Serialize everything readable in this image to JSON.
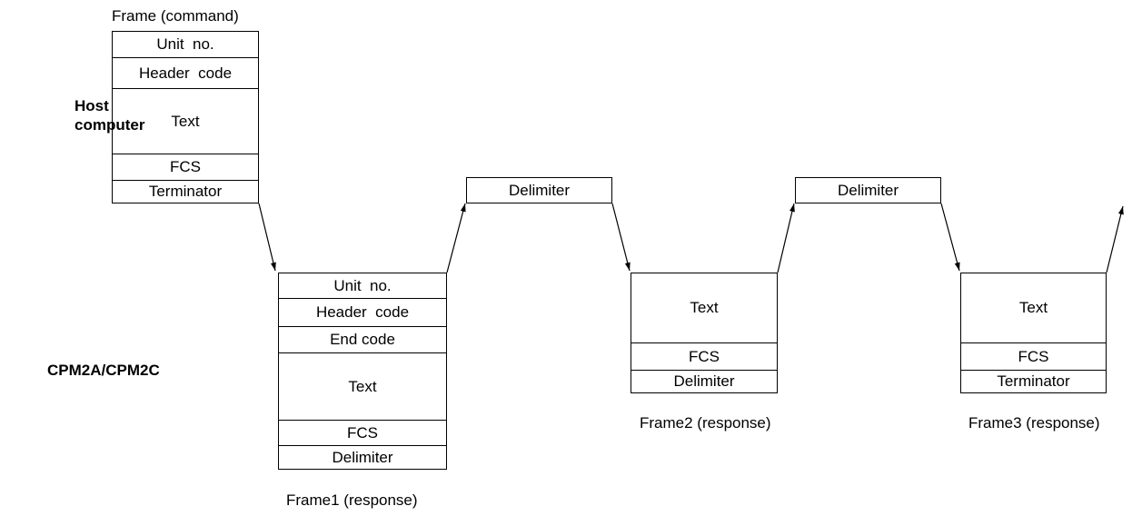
{
  "host_label": "Host\ncomputer",
  "plc_label": "CPM2A/CPM2C",
  "frames": [
    {
      "id": "command",
      "caption": "Frame (command)",
      "cells": [
        "Unit  no.",
        "Header  code",
        "Text",
        "FCS",
        "Terminator"
      ]
    },
    {
      "id": "delimiter1",
      "caption": "",
      "cells": [
        "Delimiter"
      ]
    },
    {
      "id": "delimiter2",
      "caption": "",
      "cells": [
        "Delimiter"
      ]
    },
    {
      "id": "response1",
      "caption": "Frame1 (response)",
      "cells": [
        "Unit  no.",
        "Header  code",
        "End code",
        "Text",
        "FCS",
        "Delimiter"
      ]
    },
    {
      "id": "response2",
      "caption": "Frame2 (response)",
      "cells": [
        "Text",
        "FCS",
        "Delimiter"
      ]
    },
    {
      "id": "response3",
      "caption": "Frame3 (response)",
      "cells": [
        "Text",
        "FCS",
        "Terminator"
      ]
    }
  ]
}
